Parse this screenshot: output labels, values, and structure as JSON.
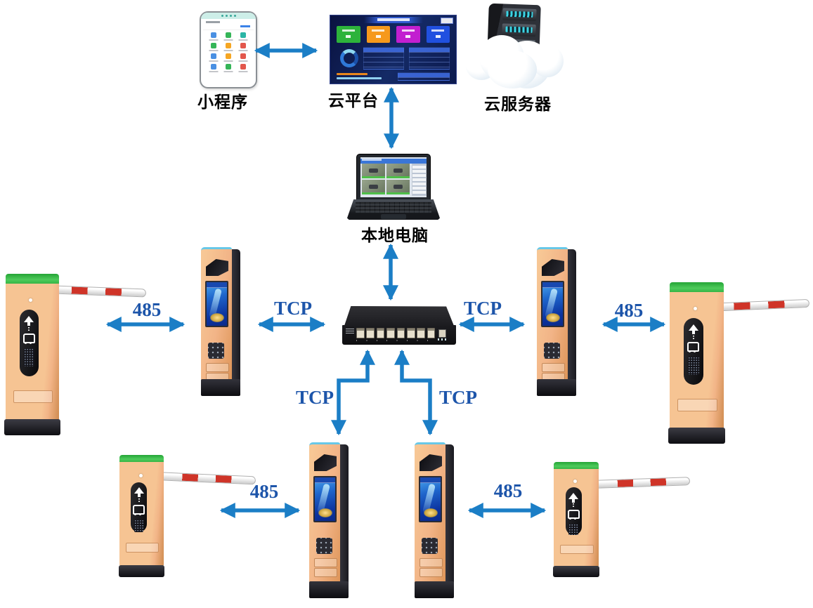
{
  "nodes": {
    "mini_program": {
      "label": "小程序"
    },
    "cloud_platform": {
      "label": "云平台"
    },
    "cloud_server": {
      "label": "云服务器"
    },
    "local_pc": {
      "label": "本地电脑"
    }
  },
  "links": {
    "tcp": "TCP",
    "rs485": "485"
  },
  "colors": {
    "arrow": "#1b7ec6",
    "link_label": "#1d55aa",
    "node_label": "#000000",
    "kpi_cards": [
      "#2db33b",
      "#f6991c",
      "#c21fd0",
      "#2050e0"
    ],
    "phone_app_icons": [
      "#4a90e2",
      "#35b558",
      "#2ab5a5",
      "#35b558",
      "#f5a623",
      "#e2574c",
      "#4a90e2",
      "#f5a623",
      "#e2574c",
      "#4a90e2",
      "#35b558",
      "#e2574c"
    ],
    "cabinet_peach": "#f2b487",
    "gate_top_green": "#35b546",
    "boom_stripe_red": "#cf3428",
    "dashboard_bg": "#0c1a4e"
  }
}
